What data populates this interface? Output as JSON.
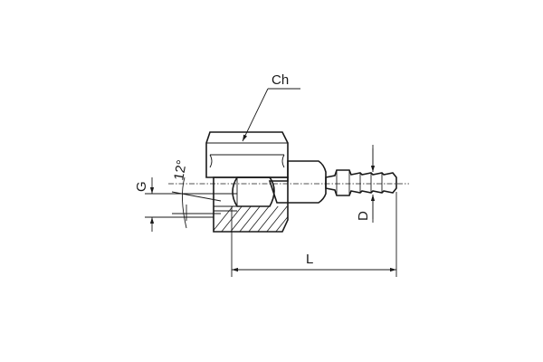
{
  "labels": {
    "wrench_size": "Ch",
    "thread": "G",
    "cone_angle": "12°",
    "hose_diameter": "D",
    "length": "L"
  },
  "colors": {
    "line": "#1a1a1a",
    "fill_light": "#e6e6e6",
    "fill_mid": "#cfcfcf",
    "fill_highlight": "#f7f7f7"
  }
}
